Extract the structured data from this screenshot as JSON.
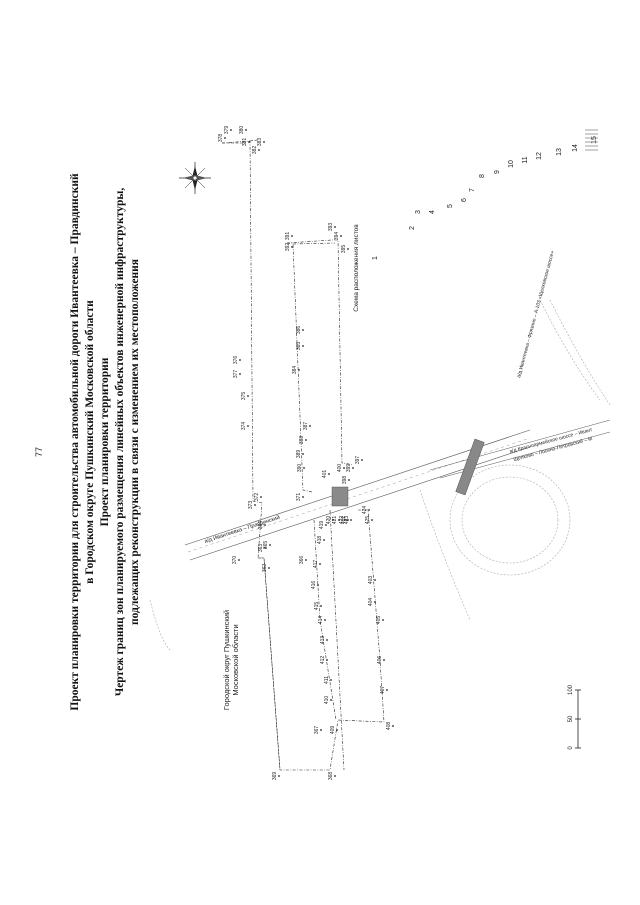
{
  "page_number": "77",
  "title_lines": [
    "Проект планировки территории для строительства автомобильной дороги Ивантеевка – Правдинский",
    "в Городском округе Пушкинский Московской области",
    "Проект планировки территории",
    "Чертеж границ зон планируемого размещения линейных объектов инженерной инфраструктуры,",
    "подлежащих реконструкции в связи с изменением их местоположения"
  ],
  "district_label": [
    "Городской округ Пушкинский",
    "Московской области"
  ],
  "road_main": "а/д Ивантеевка – Правдинский",
  "road_east_1": "а/д Красноармейское шоссе – Ивант",
  "road_east_2": "Щелково – Лосино-Петровский – М",
  "road_east_3": "а/д Ивантеевка – Фрязино – А-103 «Щелковское шоссе»",
  "sheet_layout": {
    "caption": "Схема расположения листов",
    "sheets": [
      "1",
      "2",
      "3",
      "4",
      "5",
      "6",
      "7",
      "8",
      "9",
      "10",
      "11",
      "12",
      "13",
      "14",
      "15"
    ]
  },
  "scale_labels": [
    "0",
    "50",
    "100"
  ],
  "points_top": [
    "378",
    "379",
    "380",
    "381",
    "382",
    "383",
    "376",
    "377",
    "374",
    "375",
    "373",
    "372",
    "371",
    "370"
  ],
  "points_mid": [
    "391",
    "392",
    "393",
    "394",
    "395",
    "386",
    "385",
    "387",
    "388",
    "389",
    "390",
    "384",
    "402",
    "401",
    "400",
    "399",
    "398",
    "397"
  ],
  "points_bottom": [
    "369",
    "368",
    "367",
    "366",
    "365",
    "364",
    "363",
    "362",
    "408",
    "407",
    "406",
    "405",
    "404",
    "403",
    "409",
    "410",
    "411",
    "412",
    "413",
    "414",
    "415",
    "416",
    "417",
    "418",
    "419",
    "420",
    "421",
    "422",
    "423",
    "424",
    "425"
  ],
  "colors": {
    "line": "#222222",
    "hatch": "#777777",
    "building": "#8a8a8a"
  }
}
